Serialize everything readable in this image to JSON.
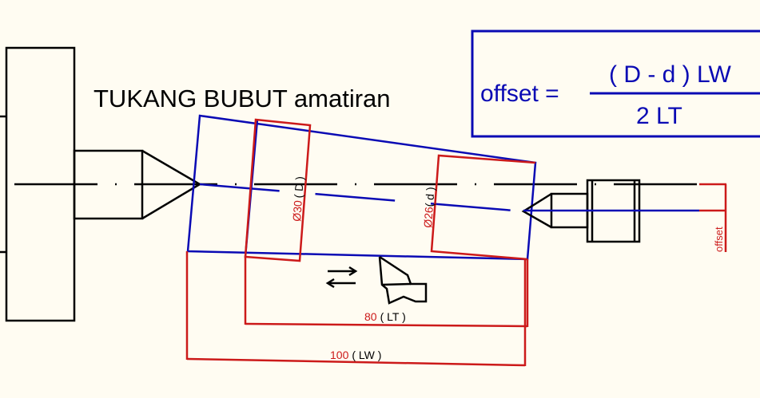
{
  "title": "TUKANG BUBUT amatiran",
  "formula": {
    "lhs": "offset =",
    "numerator": "( D - d ) LW",
    "denominator": "2 LT"
  },
  "labels": {
    "diameter_large_value": "Ø30",
    "diameter_large_symbol": "( D )",
    "diameter_small_value": "Ø26",
    "diameter_small_symbol": "( d )",
    "lt_value": "80",
    "lt_symbol": "( LT )",
    "lw_value": "100",
    "lw_symbol": "( LW )",
    "offset": "offset"
  },
  "colors": {
    "workpiece": "#0a0ab4",
    "dimension": "#cc1a1a",
    "machine": "#000000",
    "background": "#fffcf2"
  }
}
